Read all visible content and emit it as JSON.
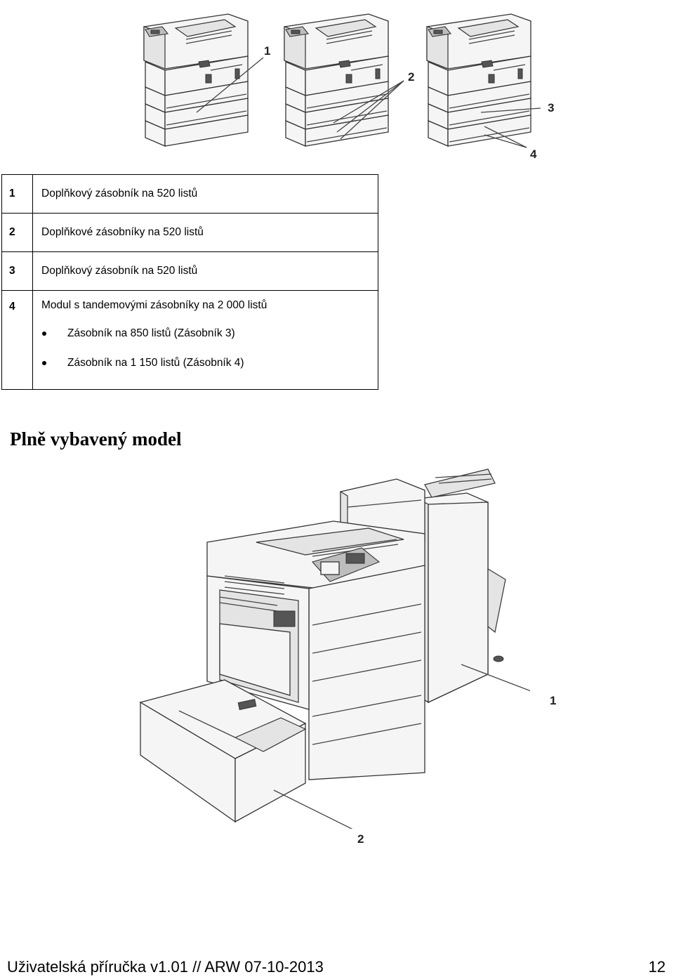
{
  "top_figure": {
    "callouts": [
      "1",
      "2",
      "3",
      "4"
    ]
  },
  "legend": [
    {
      "num": "1",
      "text": "Doplňkový zásobník na 520 listů"
    },
    {
      "num": "2",
      "text": "Doplňkové zásobníky na 520 listů"
    },
    {
      "num": "3",
      "text": "Doplňkový zásobník na 520 listů"
    },
    {
      "num": "4",
      "text": "Modul s tandemovými zásobníky na 2 000 listů",
      "bullets": [
        "Zásobník na 850 listů (Zásobník 3)",
        "Zásobník na 1 150 listů (Zásobník 4)"
      ]
    }
  ],
  "section_heading": "Plně vybavený model",
  "bottom_figure": {
    "callouts": [
      "1",
      "2"
    ]
  },
  "footer": {
    "left": "Uživatelská příručka v1.01 // ARW 07-10-2013",
    "right": "12"
  }
}
